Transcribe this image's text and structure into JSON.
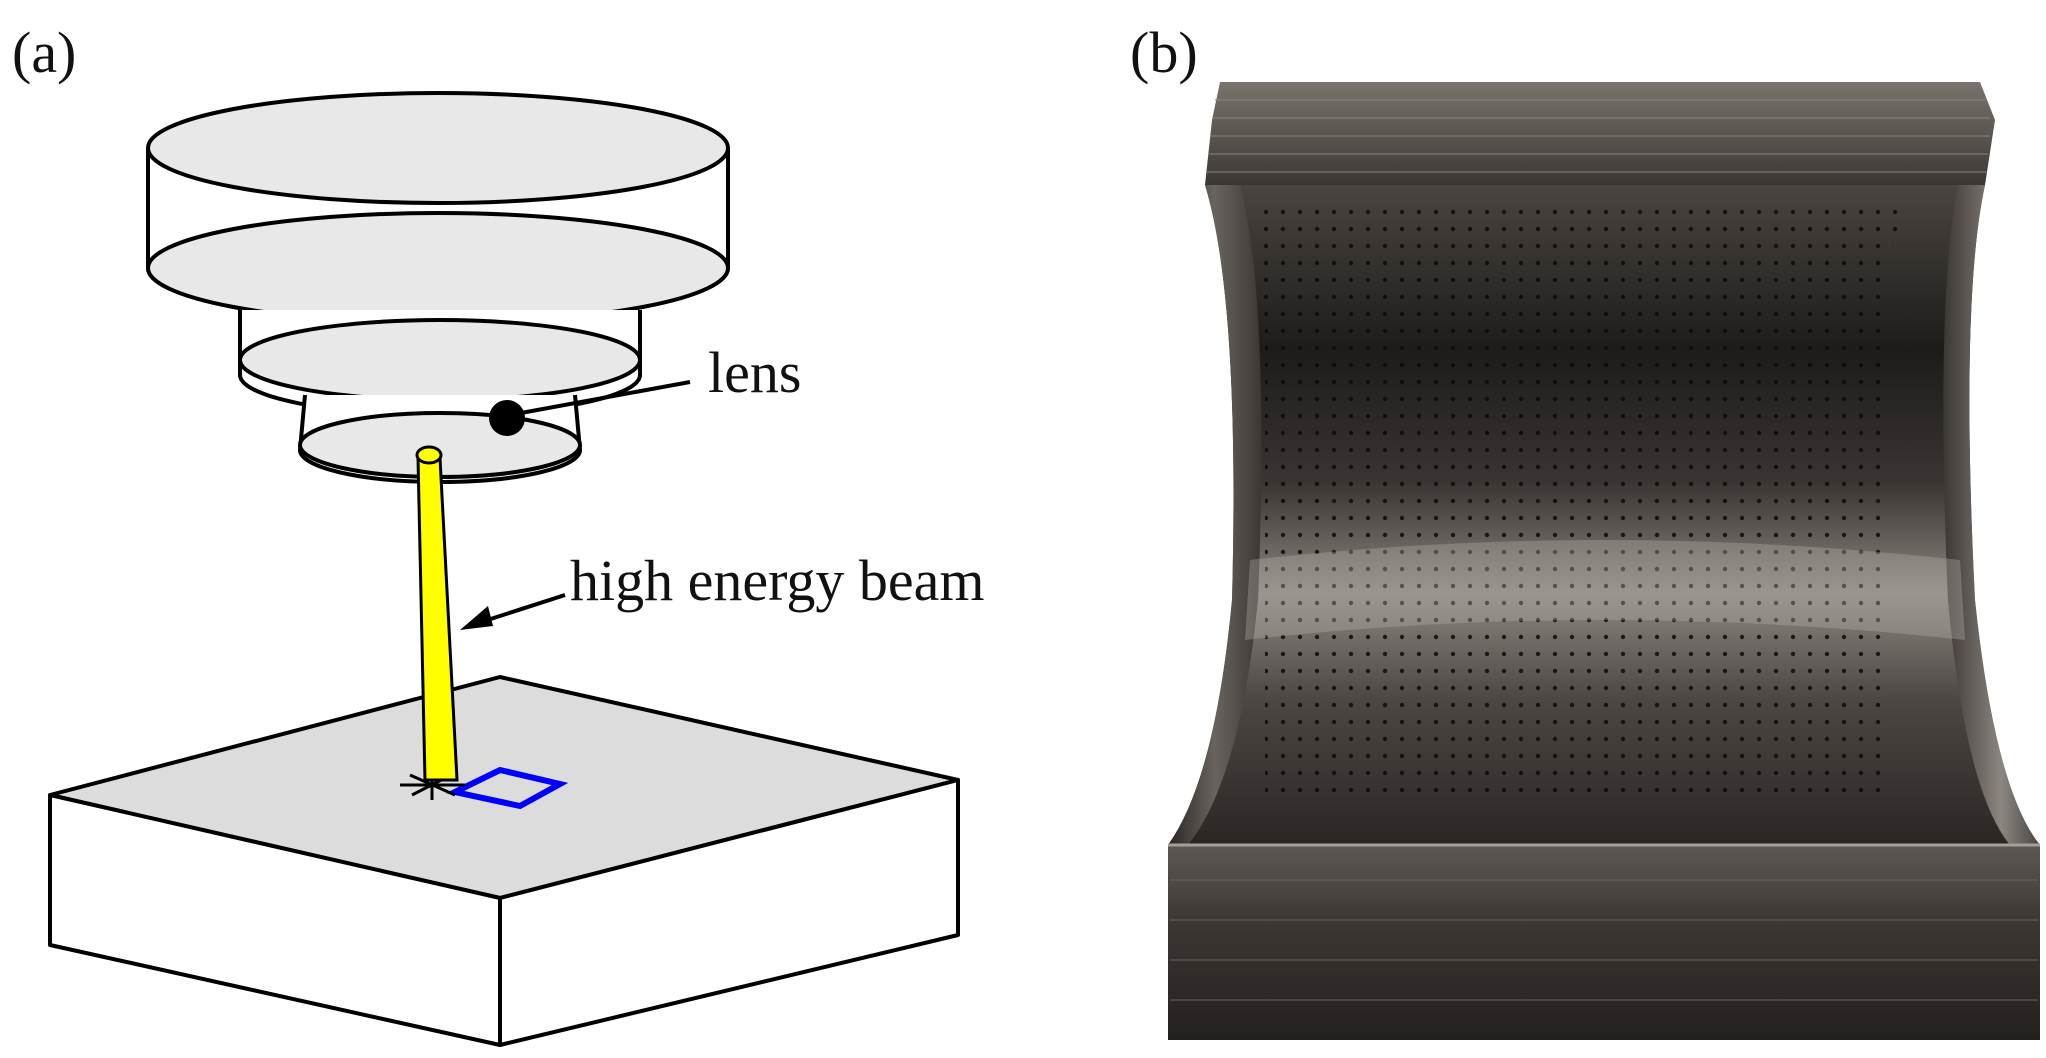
{
  "figure": {
    "panel_a": {
      "label": "(a)",
      "annotations": {
        "lens": "lens",
        "beam": "high energy beam"
      },
      "colors": {
        "lens_fill": "#e8e8e8",
        "beam": "#ffff00",
        "scan_path": "#0000ff",
        "workpiece_top": "#dcdcdc",
        "outline": "#000000"
      }
    },
    "panel_b": {
      "label": "(b)",
      "description_icon": "photo-of-curved-perforated-metal-part"
    }
  }
}
